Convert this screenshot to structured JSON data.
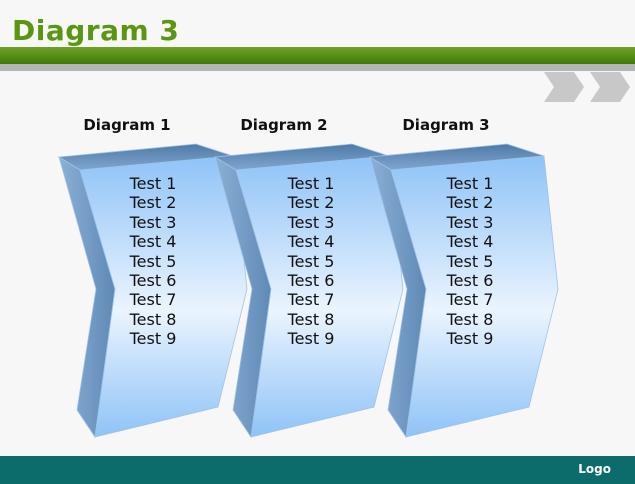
{
  "slide": {
    "title": "Diagram 3",
    "logo": "Logo"
  },
  "colors": {
    "title": "#5a960f",
    "bar_green": "#4f8a12",
    "bar_gray": "#b5b5b5",
    "footer": "#0c6b6b",
    "shape_blue": "#8fc3f7",
    "chevron_gray": "#c8c8c8"
  },
  "icons": [
    "chevron-right-icon",
    "chevron-right-icon"
  ],
  "columns": [
    {
      "heading": "Diagram 1",
      "items": [
        "Test 1",
        "Test 2",
        "Test 3",
        "Test 4",
        "Test 5",
        "Test 6",
        "Test 7",
        "Test 8",
        "Test 9"
      ]
    },
    {
      "heading": "Diagram 2",
      "items": [
        "Test 1",
        "Test 2",
        "Test 3",
        "Test 4",
        "Test 5",
        "Test 6",
        "Test 7",
        "Test 8",
        "Test 9"
      ]
    },
    {
      "heading": "Diagram 3",
      "items": [
        "Test 1",
        "Test 2",
        "Test 3",
        "Test 4",
        "Test 5",
        "Test 6",
        "Test 7",
        "Test 8",
        "Test 9"
      ]
    }
  ]
}
